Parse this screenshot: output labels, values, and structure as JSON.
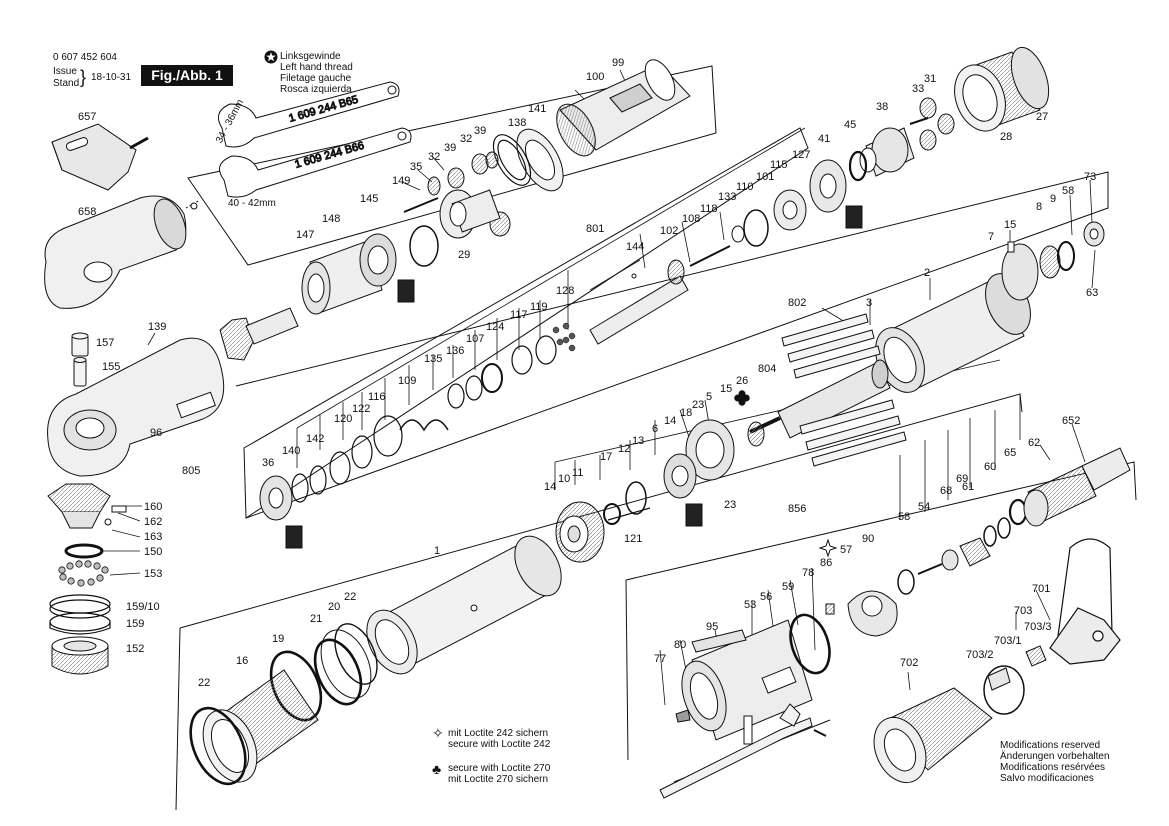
{
  "header": {
    "part_number": "0 607 452 604",
    "issue_label": "Issue",
    "stand_label": "Stand",
    "issue_date": "18-10-31",
    "figure_label": "Fig./Abb. 1"
  },
  "thread_legend": {
    "icon": "star-circle-icon",
    "lines": [
      "Linksgewinde",
      "Left hand thread",
      "Filetage gauche",
      "Rosca izquierda"
    ]
  },
  "wrenches": {
    "upper_part": "1 609 244 B65",
    "upper_size": "34 - 36mm",
    "lower_part": "1 609 244 B66",
    "lower_size": "40 - 42mm"
  },
  "loctite_notes": {
    "note_242": [
      "mit Loctite 242 sichern",
      "secure with Loctite 242"
    ],
    "note_270": [
      "secure with Loctite 270",
      "mit Loctite 270 sichern"
    ],
    "icon_242": "four-point-star-icon",
    "icon_270": "clover-icon"
  },
  "modifications": [
    "Modifications reserved",
    "Änderungen vorbehalten",
    "Modifications resérvées",
    "Salvo modificaciones"
  ],
  "part_callouts": [
    "657",
    "658",
    "139",
    "157",
    "155",
    "96",
    "805",
    "160",
    "162",
    "163",
    "150",
    "153",
    "159/10",
    "159",
    "152",
    "149",
    "35",
    "32",
    "39",
    "32",
    "39",
    "138",
    "141",
    "100",
    "99",
    "148",
    "145",
    "147",
    "29",
    "33",
    "31",
    "38",
    "45",
    "41",
    "127",
    "115",
    "101",
    "110",
    "133",
    "118",
    "108",
    "102",
    "144",
    "801",
    "28",
    "27",
    "128",
    "119",
    "117",
    "124",
    "107",
    "136",
    "135",
    "109",
    "116",
    "122",
    "120",
    "142",
    "140",
    "36",
    "802",
    "3",
    "2",
    "15",
    "7",
    "8",
    "9",
    "58",
    "73",
    "63",
    "804",
    "26",
    "5",
    "23",
    "18",
    "14",
    "6",
    "12",
    "13",
    "17",
    "11",
    "10",
    "14",
    "121",
    "23",
    "652",
    "62",
    "65",
    "61",
    "60",
    "69",
    "68",
    "54",
    "58",
    "90",
    "57",
    "86",
    "856",
    "78",
    "59",
    "56",
    "53",
    "95",
    "80",
    "77",
    "1",
    "22",
    "20",
    "21",
    "19",
    "16",
    "22",
    "701",
    "703",
    "703/3",
    "703/1",
    "703/2",
    "702"
  ]
}
